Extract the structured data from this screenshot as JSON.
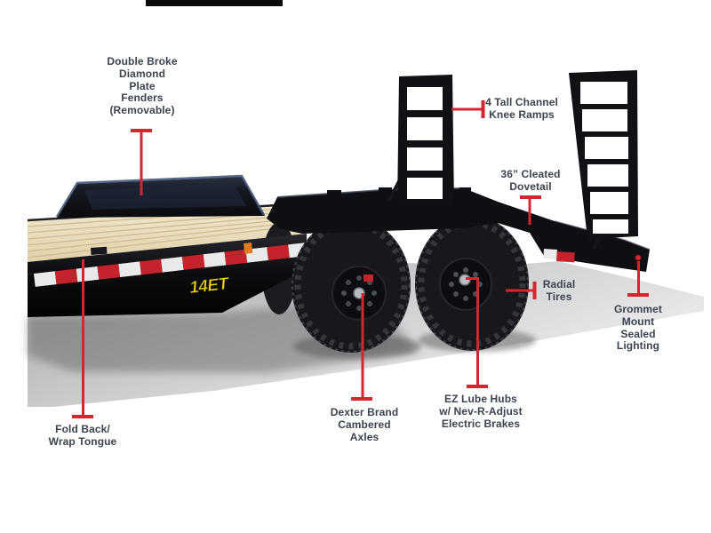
{
  "page": {
    "background": "#ffffff",
    "top_bar_color": "#0b0b0b"
  },
  "trailer": {
    "model_badge": "14ET",
    "colors": {
      "callout_red": "#d6252f",
      "label_text": "#3c4350",
      "frame_black": "#0e0f12",
      "deck_wood": "#e9dcba",
      "badge_yellow": "#f2d50e",
      "tape_red": "#c4232b",
      "tape_white": "#e8eaec"
    }
  },
  "callouts": [
    {
      "id": "fenders",
      "lines": [
        "Double Broke",
        "Diamond",
        "Plate",
        "Fenders",
        "(Removable)"
      ]
    },
    {
      "id": "knee_ramps",
      "lines": [
        "4 Tall Channel",
        "Knee Ramps"
      ]
    },
    {
      "id": "dovetail",
      "lines": [
        "36” Cleated",
        "Dovetail"
      ]
    },
    {
      "id": "radial_tires",
      "lines": [
        "Radial",
        "Tires"
      ]
    },
    {
      "id": "grommet_lighting",
      "lines": [
        "Grommet",
        "Mount",
        "Sealed",
        "Lighting"
      ]
    },
    {
      "id": "ez_lube_hubs",
      "lines": [
        "EZ Lube Hubs",
        "w/ Nev-R-Adjust",
        "Electric Brakes"
      ]
    },
    {
      "id": "dexter_axles",
      "lines": [
        "Dexter Brand",
        "Cambered",
        "Axles"
      ]
    },
    {
      "id": "fold_back_tongue",
      "lines": [
        "Fold Back/",
        "Wrap Tongue"
      ]
    }
  ]
}
